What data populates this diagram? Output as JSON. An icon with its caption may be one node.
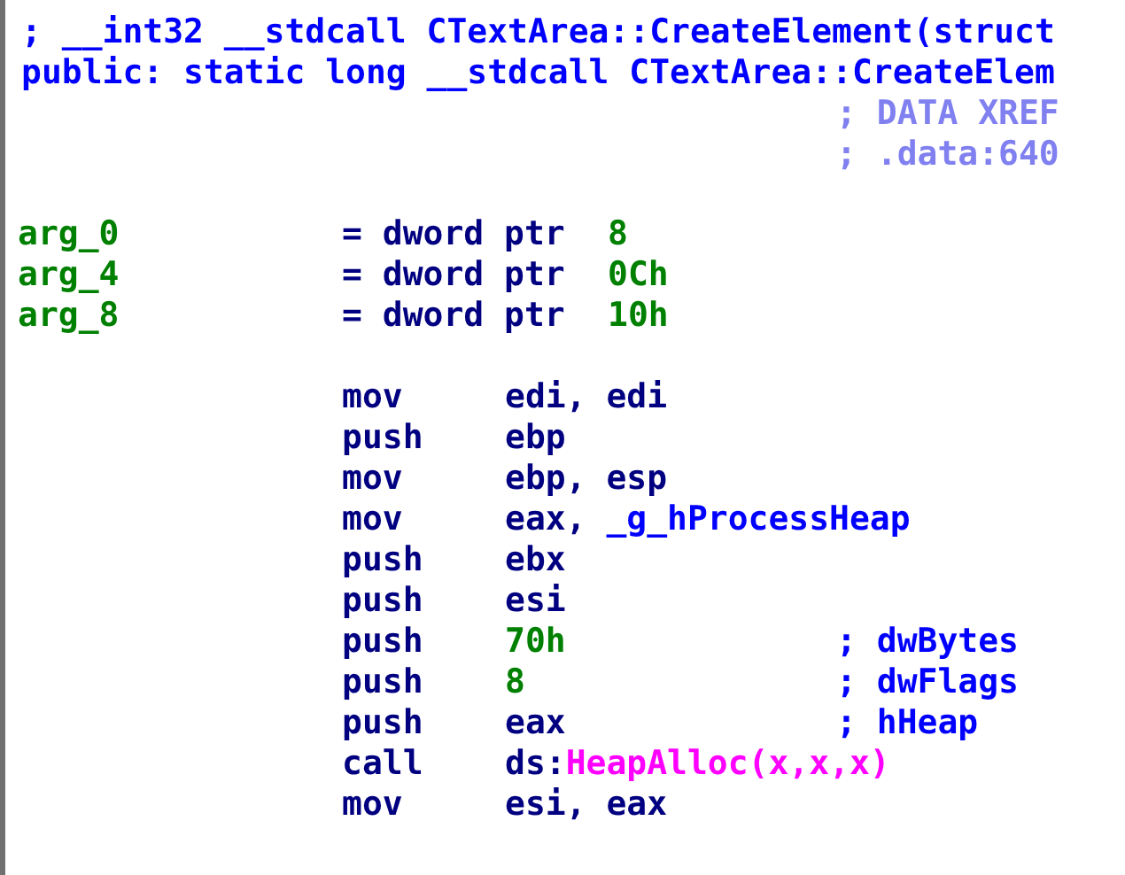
{
  "diagram": {
    "labels": [
      "; __int32 __stdcall CTextArea::CreateElement(struct",
      "public: static long __stdcall CTextArea::CreateElem",
      "; DATA XREF",
      "; .data:640",
      "arg_0",
      "= dword ptr",
      "8",
      "arg_4",
      "= dword ptr",
      "0Ch",
      "arg_8",
      "= dword ptr",
      "10h",
      "mov",
      "edi, edi",
      "push",
      "ebp",
      "mov",
      "ebp, esp",
      "mov",
      "eax,",
      "_g_hProcessHeap",
      "push",
      "ebx",
      "push",
      "esi",
      "push",
      "70h",
      "; dwBytes",
      "push",
      "8",
      "; dwFlags",
      "push",
      "eax",
      "; hHeap",
      "call",
      "ds:",
      "HeapAlloc(x,x,x)",
      "mov",
      "esi, eax"
    ]
  }
}
